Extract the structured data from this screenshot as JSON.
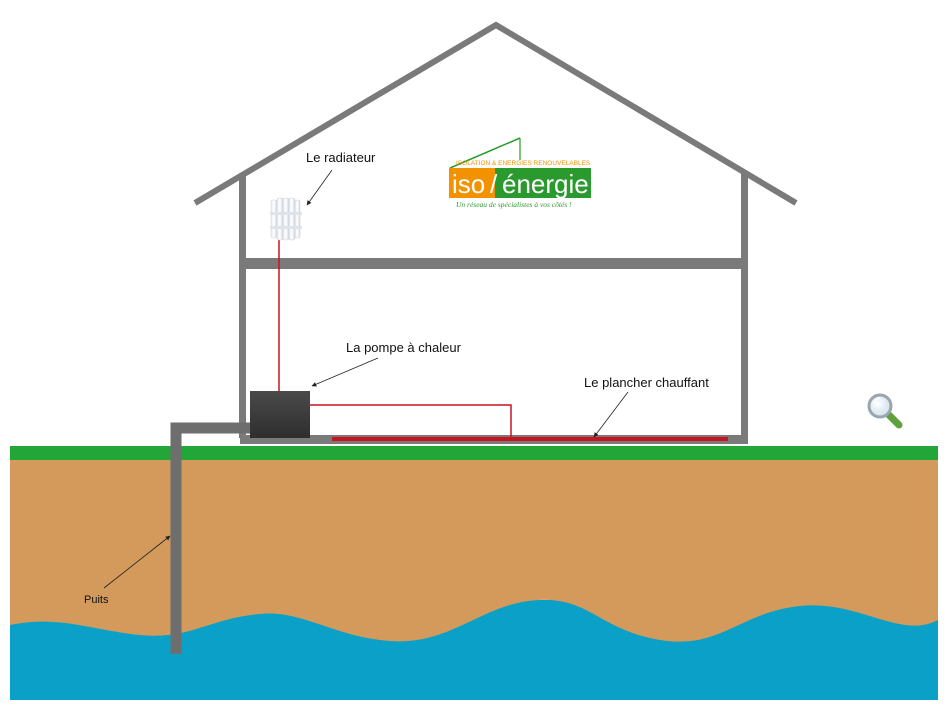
{
  "labels": {
    "radiator": "Le radiateur",
    "heat_pump": "La pompe à chaleur",
    "floor_heating": "Le plancher chauffant",
    "well": "Puits"
  },
  "logo": {
    "tagline_top": "ISOLATION & ENERGIES RENOUVELABLES",
    "brand_left": "iso",
    "brand_right": "énergie",
    "slogan": "Un réseau de spécialistes à vos côtés !"
  },
  "colors": {
    "house_structure": "#7a7a7a",
    "grass": "#21a637",
    "soil": "#d39a5c",
    "water": "#0aa0c8",
    "pipe_red": "#c8141e",
    "heat_pump": "#3c3c3c",
    "logo_green": "#2a9a2e",
    "logo_orange": "#f39200"
  },
  "icons": {
    "zoom": "magnifier-icon"
  }
}
